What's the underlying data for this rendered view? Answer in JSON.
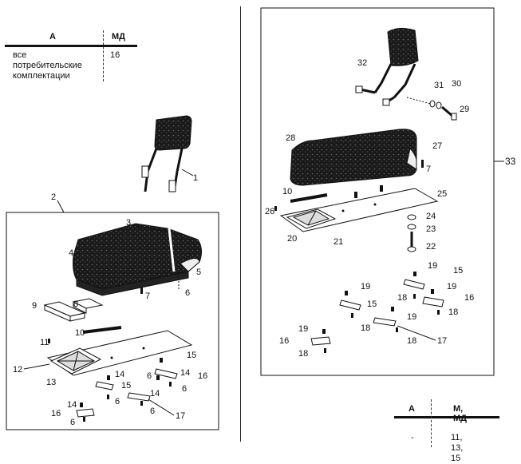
{
  "table_left": {
    "header_a": "A",
    "header_b": "МД",
    "row_a": "все\nпотребительские\nкомплектации",
    "row_b": "16"
  },
  "table_right": {
    "header_a": "А",
    "header_b": "М, МД",
    "row_a": "-",
    "row_b": "11, 13, 15"
  },
  "callouts_left": {
    "c1": "1",
    "c2": "2",
    "c3": "3",
    "c4": "4",
    "c5": "5",
    "c6": "6",
    "c7": "7",
    "c8": "8",
    "c9": "9",
    "c10": "10",
    "c11": "11",
    "c12": "12",
    "c13": "13",
    "c14a": "14",
    "c14b": "14",
    "c14c": "14",
    "c14d": "14",
    "c15a": "15",
    "c15b": "15",
    "c16a": "16",
    "c16b": "16",
    "c17": "17",
    "c6b": "6",
    "c6c": "6",
    "c6d": "6",
    "c6e": "6",
    "c6f": "6"
  },
  "callouts_right": {
    "c7": "7",
    "c10": "10",
    "c15a": "15",
    "c15b": "15",
    "c16a": "16",
    "c16b": "16",
    "c17": "17",
    "c18a": "18",
    "c18b": "18",
    "c18c": "18",
    "c18d": "18",
    "c18e": "18",
    "c19a": "19",
    "c19b": "19",
    "c19c": "19",
    "c19d": "19",
    "c19e": "19",
    "c20": "20",
    "c21": "21",
    "c22": "22",
    "c23": "23",
    "c24": "24",
    "c25": "25",
    "c26": "26",
    "c27": "27",
    "c28": "28",
    "c29": "29",
    "c30": "30",
    "c31": "31",
    "c32": "32",
    "c33": "33"
  }
}
